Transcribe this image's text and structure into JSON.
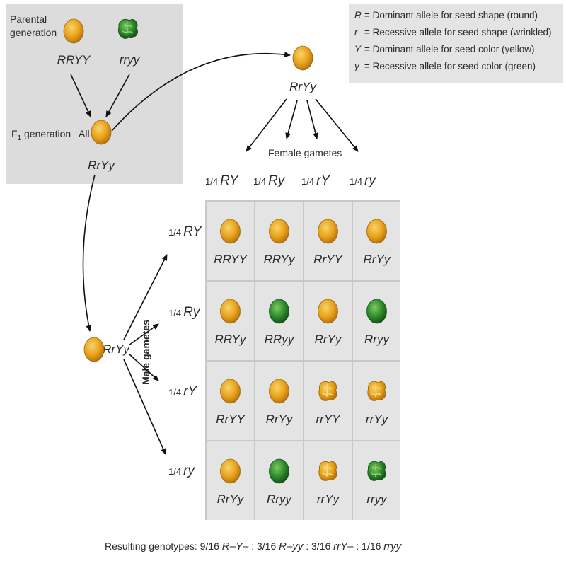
{
  "parental": {
    "label_line1": "Parental",
    "label_line2": "generation",
    "genotype_yellow": "RRYY",
    "genotype_green": "rryy"
  },
  "f1": {
    "label": "F",
    "label_sub": "1",
    "label_rest": " generation",
    "all_label": "All",
    "genotype": "RrYy"
  },
  "female_parent": {
    "genotype": "RrYy"
  },
  "male_parent": {
    "genotype": "RrYy"
  },
  "legend": [
    {
      "symbol": "R",
      "text": "= Dominant allele for seed shape (round)"
    },
    {
      "symbol": "r",
      "text": "= Recessive allele for seed shape (wrinkled)"
    },
    {
      "symbol": "Y",
      "text": "= Dominant allele for seed color (yellow)"
    },
    {
      "symbol": "y",
      "text": "= Recessive allele for seed color (green)"
    }
  ],
  "female_gametes": {
    "title": "Female gametes",
    "items": [
      {
        "fraction": "1/4",
        "gamete": "RY"
      },
      {
        "fraction": "1/4",
        "gamete": "Ry"
      },
      {
        "fraction": "1/4",
        "gamete": "rY"
      },
      {
        "fraction": "1/4",
        "gamete": "ry"
      }
    ]
  },
  "male_gametes": {
    "title": "Male gametes",
    "items": [
      {
        "fraction": "1/4",
        "gamete": "RY"
      },
      {
        "fraction": "1/4",
        "gamete": "Ry"
      },
      {
        "fraction": "1/4",
        "gamete": "rY"
      },
      {
        "fraction": "1/4",
        "gamete": "ry"
      }
    ]
  },
  "colors": {
    "yellow": "#e9a21a",
    "green": "#2f8a2a",
    "panel": "#dcdcdc",
    "grid_line": "#c8c8c8"
  },
  "punnett": [
    [
      {
        "genotype": "RRYY",
        "seed": "round-yellow"
      },
      {
        "genotype": "RRYy",
        "seed": "round-yellow"
      },
      {
        "genotype": "RrYY",
        "seed": "round-yellow"
      },
      {
        "genotype": "RrYy",
        "seed": "round-yellow"
      }
    ],
    [
      {
        "genotype": "RRYy",
        "seed": "round-yellow"
      },
      {
        "genotype": "RRyy",
        "seed": "round-green"
      },
      {
        "genotype": "RrYy",
        "seed": "round-yellow"
      },
      {
        "genotype": "Rryy",
        "seed": "round-green"
      }
    ],
    [
      {
        "genotype": "RrYY",
        "seed": "round-yellow"
      },
      {
        "genotype": "RrYy",
        "seed": "round-yellow"
      },
      {
        "genotype": "rrYY",
        "seed": "wrinkled-yellow"
      },
      {
        "genotype": "rrYy",
        "seed": "wrinkled-yellow"
      }
    ],
    [
      {
        "genotype": "RrYy",
        "seed": "round-yellow"
      },
      {
        "genotype": "Rryy",
        "seed": "round-green"
      },
      {
        "genotype": "rrYy",
        "seed": "wrinkled-yellow"
      },
      {
        "genotype": "rryy",
        "seed": "wrinkled-green"
      }
    ]
  ],
  "summary": {
    "label": "Resulting genotypes:",
    "items": [
      {
        "fraction": "9/16",
        "genotype": "R–Y–"
      },
      {
        "fraction": "3/16",
        "genotype": "R–yy"
      },
      {
        "fraction": "3/16",
        "genotype": "rrY–"
      },
      {
        "fraction": "1/16",
        "genotype": "rryy"
      }
    ],
    "separator": ":"
  }
}
